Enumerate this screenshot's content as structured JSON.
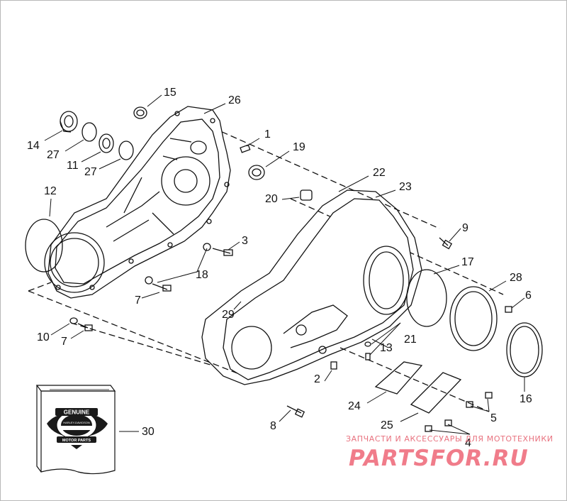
{
  "callouts": {
    "c1": "1",
    "c2": "2",
    "c3": "3",
    "c4": "4",
    "c5": "5",
    "c6": "6",
    "c7a": "7",
    "c7b": "7",
    "c8": "8",
    "c9": "9",
    "c10": "10",
    "c11": "11",
    "c12": "12",
    "c13": "13",
    "c14": "14",
    "c15": "15",
    "c16": "16",
    "c17": "17",
    "c18": "18",
    "c19": "19",
    "c20": "20",
    "c21": "21",
    "c22": "22",
    "c23": "23",
    "c24": "24",
    "c25": "25",
    "c26": "26",
    "c27a": "27",
    "c27b": "27",
    "c28": "28",
    "c29": "29",
    "c30": "30"
  },
  "badge": {
    "line1": "GENUINE",
    "line2": "MOTOR PARTS",
    "line3": "HARLEY-DAVIDSON"
  },
  "watermark": {
    "tagline": "ЗАПЧАСТИ И АКСЕССУАРЫ ДЛЯ МОТОТЕХНИКИ",
    "brand": "PARTSFOR.RU"
  }
}
